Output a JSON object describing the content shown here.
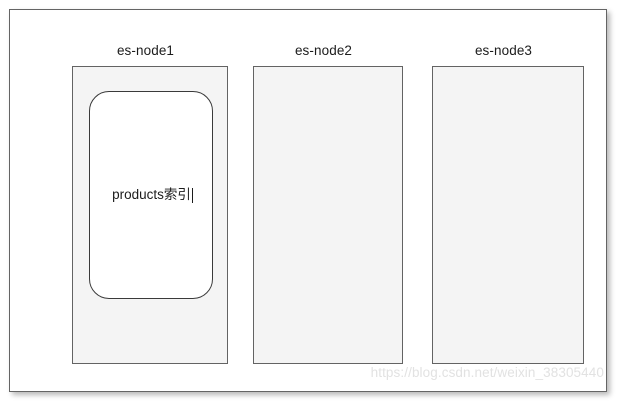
{
  "diagram": {
    "type": "elasticsearch-cluster-shard-allocation",
    "frame": {
      "border_color": "#646464",
      "background": "#ffffff"
    },
    "nodes": [
      {
        "id": "node-1",
        "label": "es-node1",
        "box_fill": "#f4f4f4",
        "box_border": "#636363",
        "shards": [
          {
            "id": "shard-products-index",
            "label": "products索引",
            "has_text_caret": true,
            "fill": "#ffffff",
            "border": "#3a3a3a"
          }
        ]
      },
      {
        "id": "node-2",
        "label": "es-node2",
        "box_fill": "#f4f4f4",
        "box_border": "#636363",
        "shards": []
      },
      {
        "id": "node-3",
        "label": "es-node3",
        "box_fill": "#f4f4f4",
        "box_border": "#636363",
        "shards": []
      }
    ]
  },
  "watermark": {
    "text": "https://blog.csdn.net/weixin_38305440",
    "color": "#e2e2e2"
  }
}
